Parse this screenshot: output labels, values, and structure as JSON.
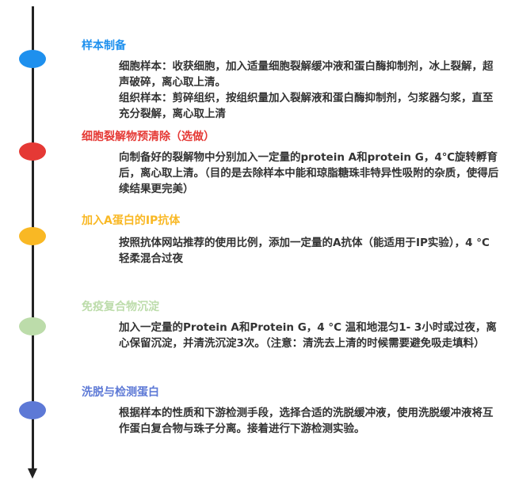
{
  "steps": [
    {
      "title": "样本制备",
      "color": "#1e90ee",
      "lines": [
        "细胞样本：收获细胞，加入适量细胞裂解缓冲液和蛋白酶抑制剂，冰上裂解，超声破碎，离心取上清。",
        "组织样本：剪碎组织，按组织量加入裂解液和蛋白酶抑制剂，匀浆器匀浆，直至充分裂解，离心取上清"
      ]
    },
    {
      "title": "细胞裂解物预清除（选做）",
      "color": "#e53935",
      "lines": [
        "向制备好的裂解物中分别加入一定量的protein A和protein G，4℃旋转孵育后，离心取上清。（目的是去除样本中能和琼脂糖珠非特异性吸附的杂质，使得后续结果更完美）"
      ]
    },
    {
      "title": "加入A蛋白的IP抗体",
      "color": "#f9b824",
      "lines": [
        "按照抗体网站推荐的使用比例，添加一定量的A抗体（能适用于IP实验），4 °C 轻柔混合过夜"
      ]
    },
    {
      "title": "免疫复合物沉淀",
      "color": "#bcdcaa",
      "lines": [
        "加入一定量的Protein A和Protein G，4 °C 温和地混匀1- 3小时或过夜，离心保留沉淀，并清洗沉淀3次。（注意：清洗去上清的时候需要避免吸走填料）"
      ]
    },
    {
      "title": "洗脱与检测蛋白",
      "color": "#5d79d6",
      "lines": [
        "根据样本的性质和下游检测手段，选择合适的洗脱缓冲液，使用洗脱缓冲液将互作蛋白复合物与珠子分离。接着进行下游检测实验。"
      ]
    }
  ]
}
